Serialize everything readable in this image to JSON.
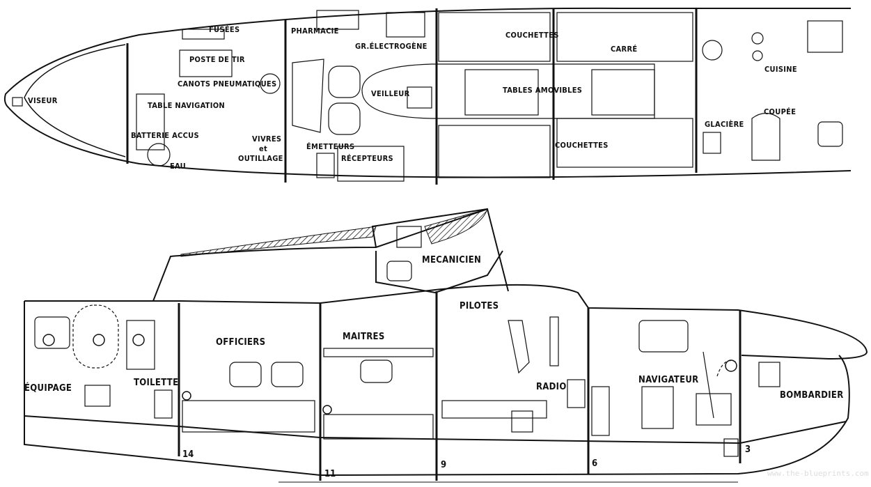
{
  "top_view": {
    "labels": {
      "viseur": "VISEUR",
      "fusees": "FUSÉES",
      "poste_de_tir": "POSTE DE TIR",
      "pharmacie": "PHARMACIE",
      "gr_electrogene": "GR.ÉLECTROGÈNE",
      "couchettes_top": "COUCHETTES",
      "carre": "CARRÉ",
      "cuisine": "CUISINE",
      "canots": "CANOTS PNEUMATIQUES",
      "table_navigation": "TABLE NAVIGATION",
      "batterie": "BATTERIE ACCUS",
      "eau": "EAU",
      "vivres": "VIVRES",
      "et": "et",
      "outillage": "OUTILLAGE",
      "emetteurs": "ÉMETTEURS",
      "recepteurs": "RÉCEPTEURS",
      "veilleur": "VEILLEUR",
      "tables_amovibles": "TABLES AMOVIBLES",
      "couchettes_bottom": "COUCHETTES",
      "glaciere": "GLACIÈRE",
      "coupee": "COUPÉE"
    }
  },
  "side_view": {
    "labels": {
      "mecanicien": "MECANICIEN",
      "pilotes": "PILOTES",
      "officiers": "OFFICIERS",
      "maitres": "MAITRES",
      "equipage": "ÉQUIPAGE",
      "toilette": "TOILETTE",
      "radio": "RADIO",
      "navigateur": "NAVIGATEUR",
      "bombardier": "BOMBARDIER"
    },
    "frames": [
      "14",
      "11",
      "9",
      "6",
      "3"
    ]
  },
  "watermark": "www.the-blueprints.com"
}
